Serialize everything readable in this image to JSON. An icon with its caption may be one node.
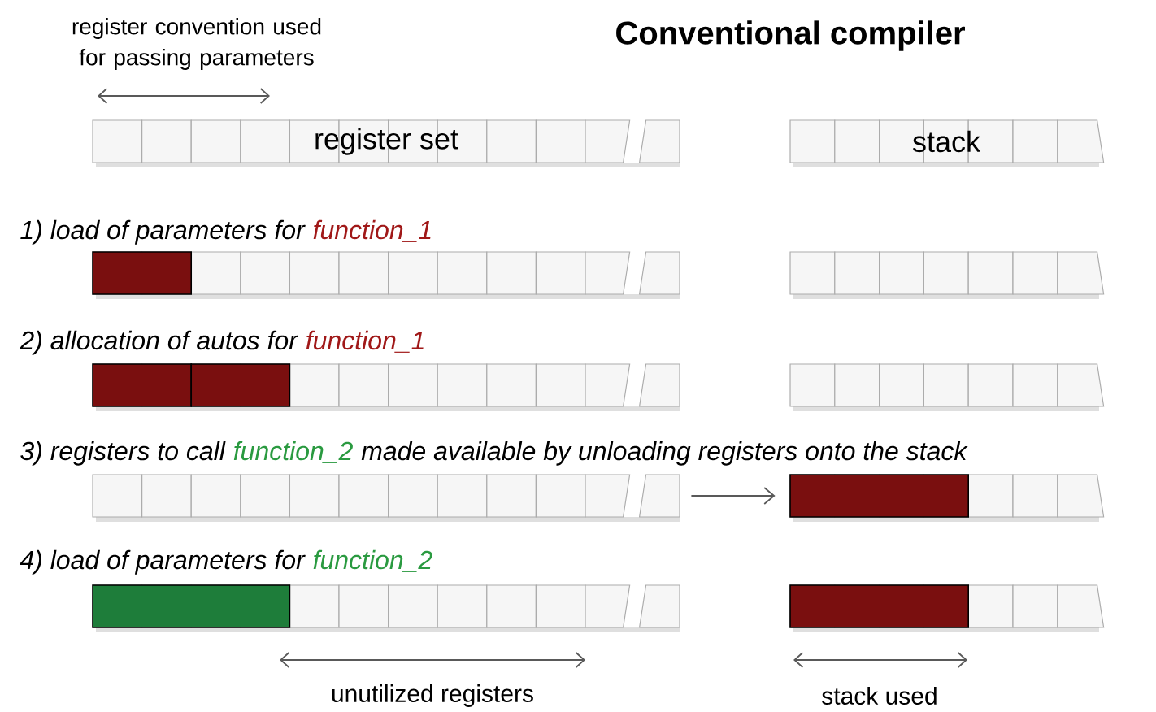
{
  "diagram": {
    "title": "Conventional compiler",
    "nodes": [
      {
        "text": [
          "register set"
        ]
      },
      {
        "text": [
          "stack"
        ]
      },
      {
        "text": [],
        "shape": "bar"
      },
      {
        "text": [],
        "shape": "bar"
      },
      {
        "text": [],
        "shape": "bar"
      },
      {
        "text": [],
        "shape": "bar"
      },
      {
        "text": [],
        "shape": "bar"
      },
      {
        "text": [],
        "shape": "bar"
      },
      {
        "text": [],
        "shape": "bar"
      },
      {
        "text": [],
        "shape": "bar"
      }
    ],
    "edges": [
      {
        "from": 6,
        "to": 7,
        "arrow": "to"
      }
    ],
    "labels": [
      "register convention used for passing parameters",
      "1) load of parameters for",
      "function_1",
      "2) allocation of autos for",
      "function_1",
      "3) registers to call",
      "function_2",
      "made available by unloading registers onto the stack",
      "4) load of parameters for",
      "function_2",
      "unutilized registers",
      "stack used"
    ]
  }
}
